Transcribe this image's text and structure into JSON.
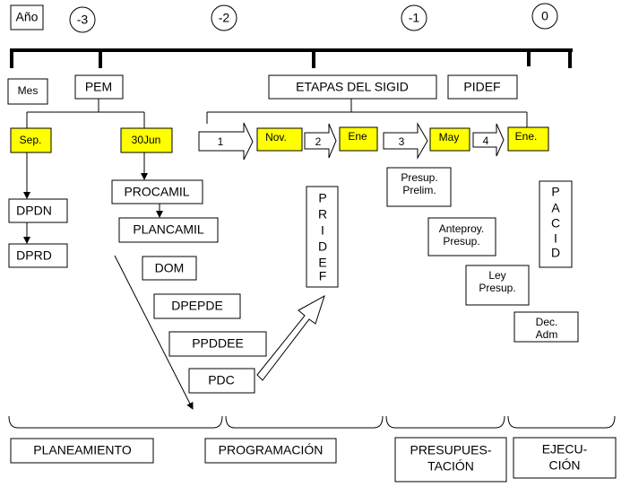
{
  "year_label": "Año",
  "years": [
    "-3",
    "-2",
    "-1",
    "0"
  ],
  "month_label": "Mes",
  "top_boxes": {
    "pem": "PEM",
    "etapas": "ETAPAS DEL SIGID",
    "pidef": "PIDEF"
  },
  "months": {
    "sep": "Sep.",
    "jun": "30Jun",
    "nov": "Nov.",
    "ene1": "Ene",
    "may": "May",
    "ene2": "Ene."
  },
  "stage_arrows": [
    "1",
    "2",
    "3",
    "4"
  ],
  "planning_boxes": [
    "DPDN",
    "DPRD",
    "PROCAMIL",
    "PLANCAMIL",
    "DOM",
    "DPEPDE",
    "PPDDEE",
    "PDC"
  ],
  "pridef_letters": [
    "P",
    "R",
    "I",
    "D",
    "E",
    "F"
  ],
  "pacid_letters": [
    "P",
    "A",
    "C",
    "I",
    "D"
  ],
  "budget_boxes": [
    {
      "line1": "Presup.",
      "line2": "Prelim."
    },
    {
      "line1": "Anteproy.",
      "line2": "Presup."
    },
    {
      "line1": "Ley",
      "line2": "Presup."
    },
    {
      "line1": "Dec.",
      "line2": "Adm"
    }
  ],
  "phases": {
    "planeamiento": "PLANEAMIENTO",
    "programacion": "PROGRAMACIÓN",
    "presupuestacion": {
      "line1": "PRESUPUES-",
      "line2": "TACIÓN"
    },
    "ejecucion": {
      "line1": "EJECU-",
      "line2": "CIÓN"
    }
  },
  "colors": {
    "highlight": "#ffff00"
  }
}
